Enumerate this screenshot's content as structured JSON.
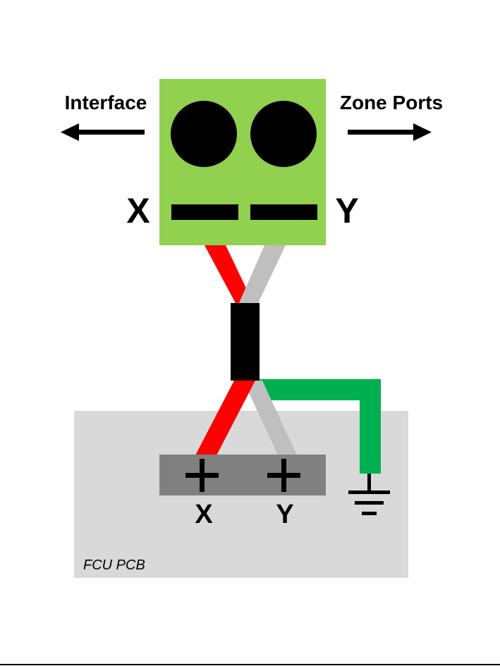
{
  "labels": {
    "interface": "Interface",
    "zone_ports": "Zone Ports",
    "connector_x": "X",
    "connector_y": "Y",
    "pcb_x": "X",
    "pcb_y": "Y",
    "pcb_name": "FCU PCB"
  },
  "colors": {
    "connector_green": "#92d050",
    "wire_red": "#ff0000",
    "wire_grey": "#bfbfbf",
    "wire_green": "#00b050",
    "sheath_black": "#000000",
    "pcb_background": "#d9d9d9",
    "terminal_strip": "#808080"
  },
  "icons": {
    "left_arrow": "arrow-left-icon",
    "right_arrow": "arrow-right-icon",
    "ground": "ground-icon",
    "plus": "plus-icon"
  }
}
